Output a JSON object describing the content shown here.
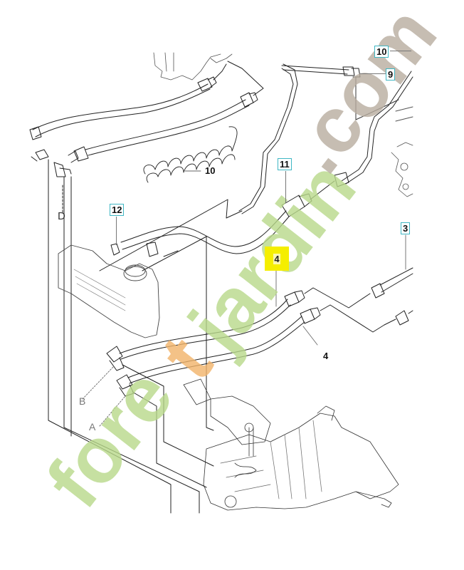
{
  "diagram": {
    "title": "",
    "type": "exploded parts diagram",
    "subject": "hydraulic hoses and transaxle",
    "watermark": {
      "text": "foretjardin.com",
      "colors": {
        "fore": "#b8d98a",
        "t": "#f2b46a",
        "jardin": "#b8d98a",
        "com": "#b8ada0"
      }
    },
    "callouts": [
      {
        "id": "callout-10-top",
        "label": "10",
        "style": "boxed-partial"
      },
      {
        "id": "callout-9",
        "label": "9",
        "style": "boxed"
      },
      {
        "id": "callout-10",
        "label": "10",
        "style": "plain"
      },
      {
        "id": "callout-11",
        "label": "11",
        "style": "boxed"
      },
      {
        "id": "callout-12",
        "label": "12",
        "style": "boxed"
      },
      {
        "id": "callout-3",
        "label": "3",
        "style": "boxed"
      },
      {
        "id": "callout-4-highlighted",
        "label": "4",
        "style": "highlighted"
      },
      {
        "id": "callout-4",
        "label": "4",
        "style": "plain"
      },
      {
        "id": "connection-d",
        "label": "D",
        "style": "letter"
      },
      {
        "id": "connection-b",
        "label": "B",
        "style": "letter"
      },
      {
        "id": "connection-a",
        "label": "A",
        "style": "letter"
      }
    ],
    "highlight_color": "#f5ee00",
    "callout_border_color": "#3fb7c4"
  }
}
